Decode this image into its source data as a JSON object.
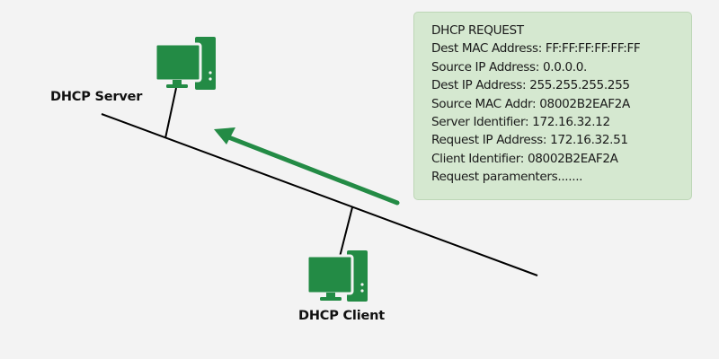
{
  "diagram": {
    "title": "DHCP Request message flow",
    "colors": {
      "background": "#f3f3f3",
      "accent_green": "#238b45",
      "packet_box_fill": "#d5e8d0",
      "line": "#000000"
    },
    "nodes": {
      "server": {
        "label": "DHCP Server",
        "icon": "desktop-computer-icon"
      },
      "client": {
        "label": "DHCP Client",
        "icon": "desktop-computer-icon"
      }
    },
    "arrow": {
      "direction": "client-to-server",
      "meaning": "DHCP REQUEST broadcast"
    },
    "packet": {
      "title": "DHCP REQUEST",
      "fields": [
        {
          "name": "Dest MAC Address",
          "value": "FF:FF:FF:FF:FF:FF"
        },
        {
          "name": "Source IP Address",
          "value": "0.0.0.0."
        },
        {
          "name": "Dest IP Address",
          "value": "255.255.255.255"
        },
        {
          "name": "Source MAC Addr",
          "value": "08002B2EAF2A"
        },
        {
          "name": "Server Identifier",
          "value": "172.16.32.12"
        },
        {
          "name": "Request IP Address",
          "value": "172.16.32.51"
        },
        {
          "name": "Client Identifier",
          "value": "08002B2EAF2A"
        }
      ],
      "footer": "Request paramenters......."
    }
  }
}
